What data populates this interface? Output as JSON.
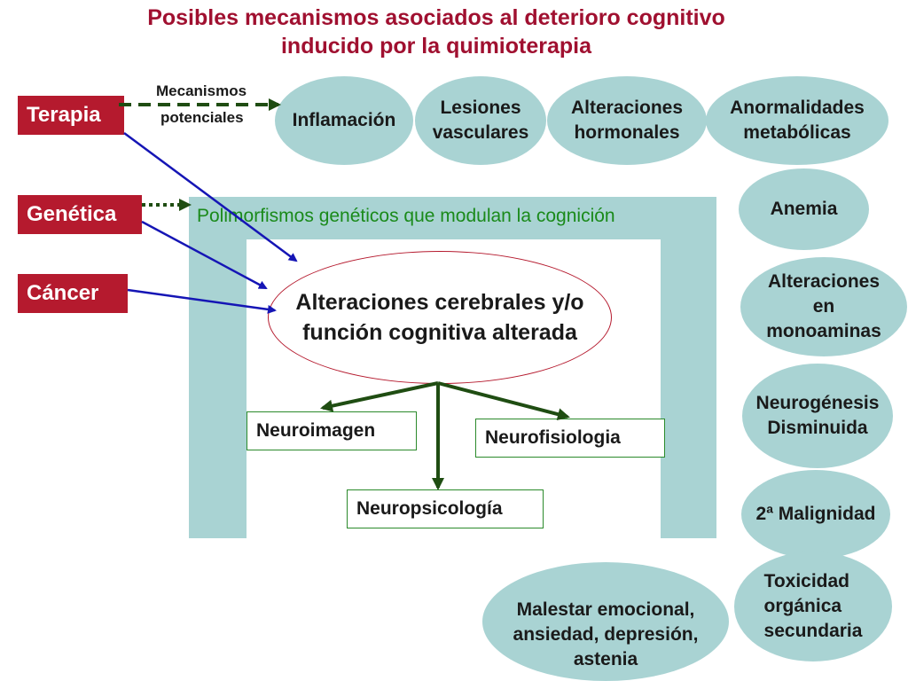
{
  "title": {
    "line1": "Posibles mecanismos asociados al deterioro cognitivo",
    "line2": "inducido por la quimioterapia"
  },
  "causes": {
    "therapy": "Terapia",
    "genetics": "Genética",
    "cancer": "Cáncer"
  },
  "mechanisms_label": {
    "line1": "Mecanismos",
    "line2": "potenciales"
  },
  "top_mechanisms": [
    "Inflamación",
    "Lesiones\nvasculares",
    "Alteraciones\nhormonales",
    "Anormalidades\nmetabólicas"
  ],
  "side_mechanisms": [
    "Anemia",
    "Alteraciones\nen\nmonoaminas",
    "Neurogénesis\nDisminuida",
    "2ª Malignidad",
    "Toxicidad\norgánica\nsecundaria"
  ],
  "bottom_mechanism": "Malestar emocional,\nansiedad, depresión,\nastenia",
  "polymorphisms_label": "Polimorfismos genéticos que modulan la cognición",
  "center": "Alteraciones cerebrales y/o\nfunción cognitiva alterada",
  "assessments": {
    "neuroimaging": "Neuroimagen",
    "neurophysiology": "Neurofisiologia",
    "neuropsychology": "Neuropsicología"
  },
  "colors": {
    "title": "#a01030",
    "cause_box": "#b51a2e",
    "oval": "#a9d3d3",
    "polymorphism_text": "#1a8a1a",
    "green_arrow": "#1f4d12",
    "blue_arrow": "#1515b5"
  }
}
